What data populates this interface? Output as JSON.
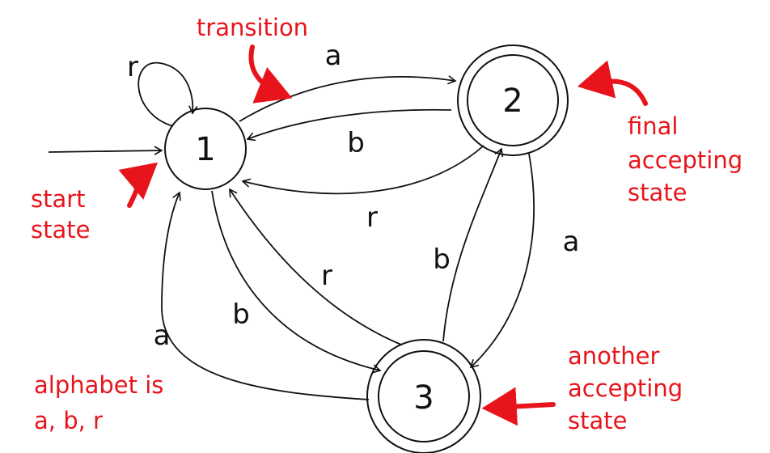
{
  "diagram": {
    "states": [
      {
        "id": "1",
        "label": "1",
        "accepting": false,
        "start": true
      },
      {
        "id": "2",
        "label": "2",
        "accepting": true,
        "start": false
      },
      {
        "id": "3",
        "label": "3",
        "accepting": true,
        "start": false
      }
    ],
    "transitions": [
      {
        "from": "1",
        "to": "1",
        "label": "r"
      },
      {
        "from": "1",
        "to": "2",
        "label": "a"
      },
      {
        "from": "2",
        "to": "1",
        "label": "b"
      },
      {
        "from": "2",
        "to": "1",
        "label": "r"
      },
      {
        "from": "2",
        "to": "3",
        "label": "a"
      },
      {
        "from": "3",
        "to": "2",
        "label": "b"
      },
      {
        "from": "3",
        "to": "1",
        "label": "r"
      },
      {
        "from": "1",
        "to": "3",
        "label": "b"
      },
      {
        "from": "3",
        "to": "1",
        "label": "a"
      }
    ],
    "annotations": {
      "transition": "transition",
      "start_line1": "start",
      "start_line2": "state",
      "final_line1": "final",
      "final_line2": "accepting",
      "final_line3": "state",
      "another_line1": "another",
      "another_line2": "accepting",
      "another_line3": "state",
      "alphabet_line1": "alphabet is",
      "alphabet_line2": "a, b, r"
    },
    "colors": {
      "ink": "#111111",
      "annotation": "#e8141b"
    }
  }
}
